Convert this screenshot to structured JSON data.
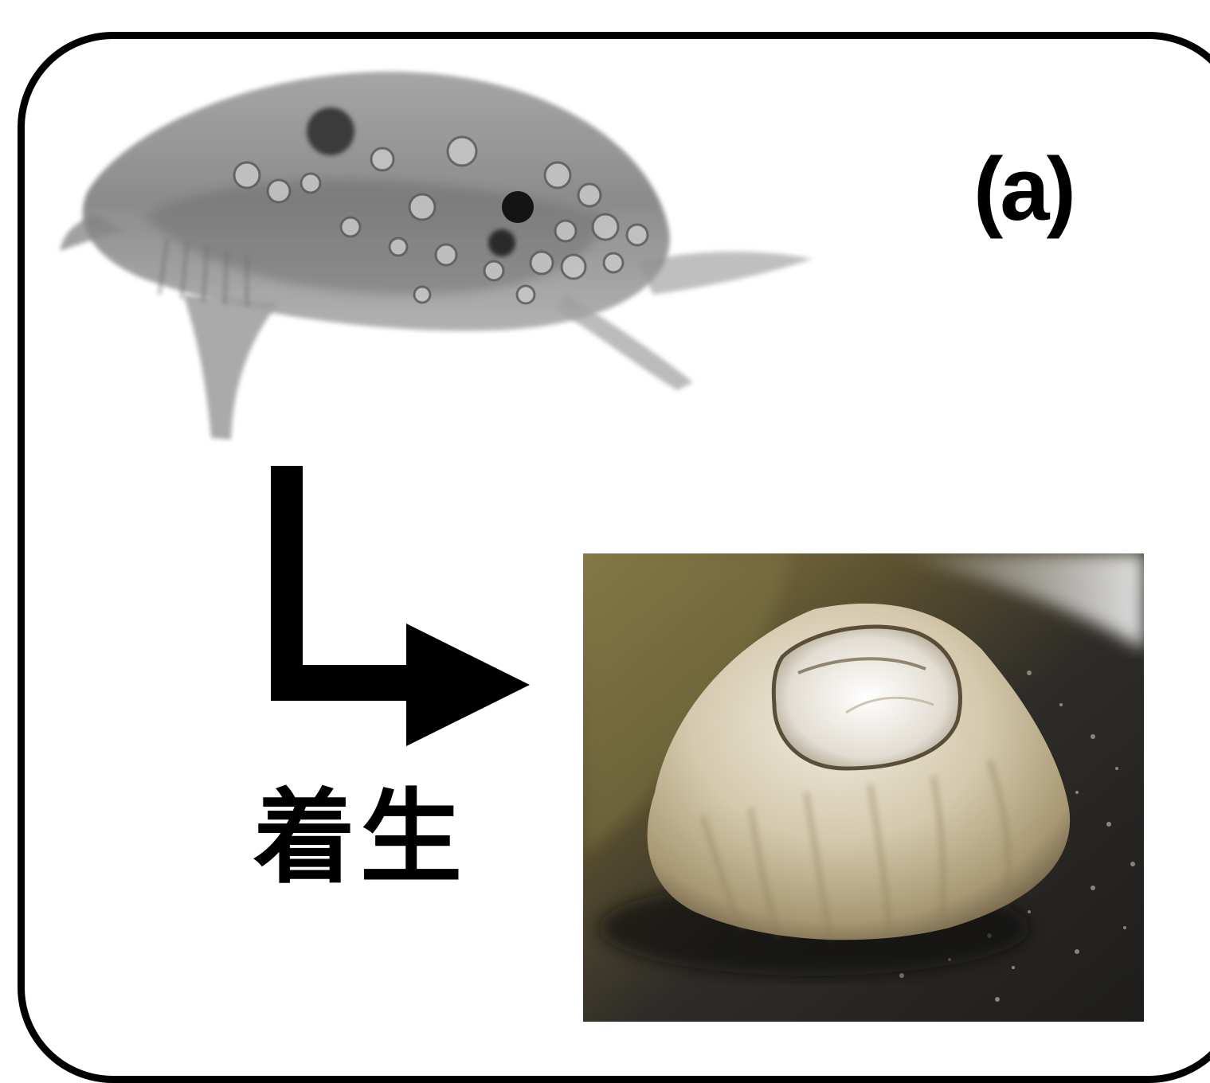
{
  "panel": {
    "label": "(a)",
    "caption": "着生"
  },
  "figures": {
    "larva_icon": "cypris-larva-illustration",
    "barnacle_icon": "settled-barnacle-photo",
    "arrow_icon": "l-shaped-arrow"
  },
  "colors": {
    "frame": "#000000",
    "background": "#ffffff",
    "larva_body": "#8a8a8a",
    "photo_surface": "#2a2826",
    "barnacle_shell": "#d8d0bc"
  }
}
